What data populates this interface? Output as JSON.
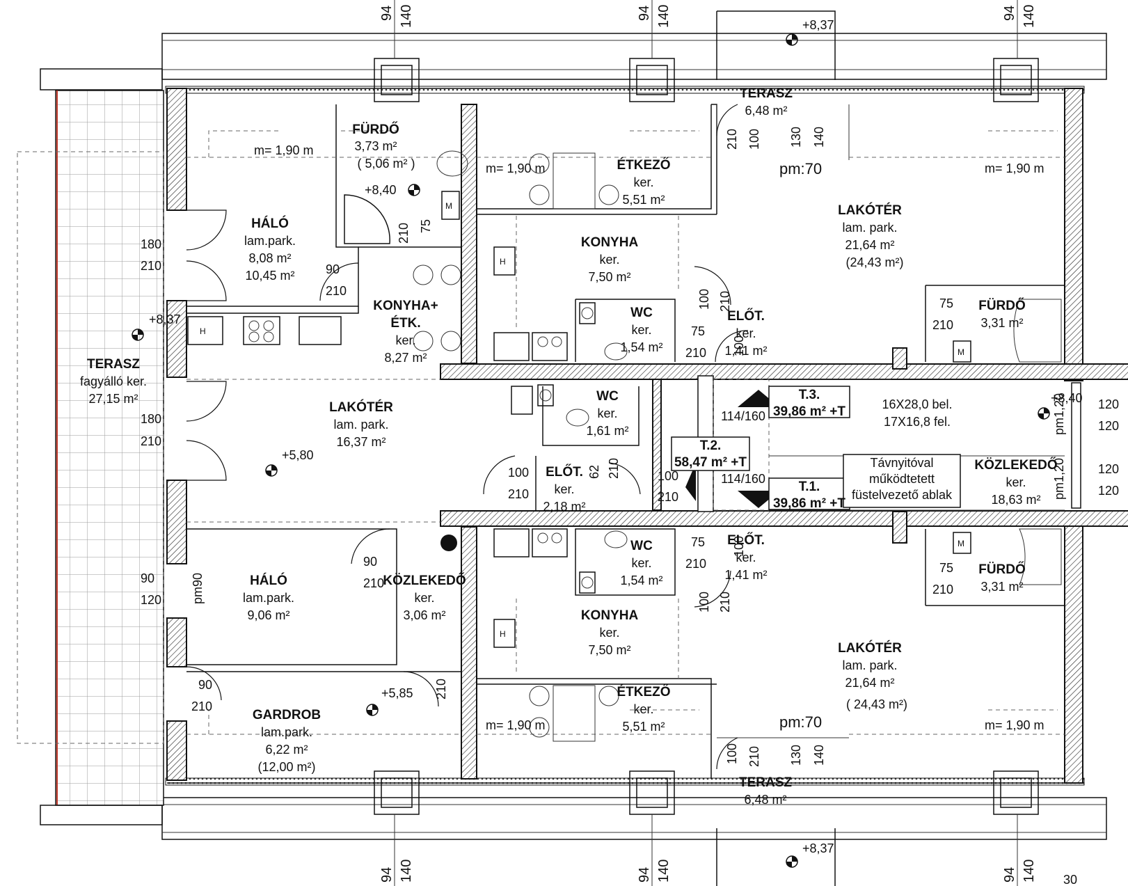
{
  "rooms": {
    "furdo_top": {
      "name": "FÜRDŐ",
      "area": "3,73 m²",
      "area2": "( 5,06 m² )"
    },
    "halo_top": {
      "name": "HÁLÓ",
      "floor": "lam.park.",
      "area": "8,08 m²",
      "area2": "10,45 m²"
    },
    "konyha_etk": {
      "name": "KONYHA+",
      "name2": "ÉTK.",
      "floor": "ker.",
      "area": "8,27 m²"
    },
    "etkezo_top": {
      "name": "ÉTKEZŐ",
      "floor": "ker.",
      "area": "5,51 m²"
    },
    "konyha_top": {
      "name": "KONYHA",
      "floor": "ker.",
      "area": "7,50 m²"
    },
    "terasz_top": {
      "name": "TERASZ",
      "area": "6,48 m²"
    },
    "lakoter_tr": {
      "name": "LAKÓTÉR",
      "floor": "lam. park.",
      "area": "21,64 m²",
      "area2": "(24,43 m²)"
    },
    "furdo_r1": {
      "name": "FÜRDŐ",
      "area": "3,31 m²"
    },
    "wc_top": {
      "name": "WC",
      "floor": "ker.",
      "area": "1,54 m²"
    },
    "elot_top": {
      "name": "ELŐT.",
      "floor": "ker.",
      "area": "1,41 m²"
    },
    "terasz_left": {
      "name": "TERASZ",
      "floor": "fagyálló ker.",
      "area": "27,15 m²"
    },
    "lakoter_mid": {
      "name": "LAKÓTÉR",
      "floor": "lam. park.",
      "area": "16,37 m²"
    },
    "wc_mid": {
      "name": "WC",
      "floor": "ker.",
      "area": "1,61 m²"
    },
    "elot_mid": {
      "name": "ELŐT.",
      "floor": "ker.",
      "area": "2,18 m²"
    },
    "kozlekedo_r": {
      "name": "KÖZLEKEDŐ",
      "floor": "ker.",
      "area": "18,63 m²"
    },
    "halo_bot": {
      "name": "HÁLÓ",
      "floor": "lam.park.",
      "area": "9,06 m²"
    },
    "kozlekedo_l": {
      "name": "KÖZLEKEDŐ",
      "floor": "ker.",
      "area": "3,06 m²"
    },
    "wc_bot": {
      "name": "WC",
      "floor": "ker.",
      "area": "1,54 m²"
    },
    "elot_bot": {
      "name": "ELŐT.",
      "floor": "ker.",
      "area": "1,41 m²"
    },
    "furdo_r2": {
      "name": "FÜRDŐ",
      "area": "3,31 m²"
    },
    "konyha_bot": {
      "name": "KONYHA",
      "floor": "ker.",
      "area": "7,50 m²"
    },
    "lakoter_br": {
      "name": "LAKÓTÉR",
      "floor": "lam. park.",
      "area": "21,64 m²",
      "area2": "( 24,43 m²)"
    },
    "gardrob": {
      "name": "GARDROB",
      "floor": "lam.park.",
      "area": "6,22 m²",
      "area2": "(12,00 m²)"
    },
    "etkezo_bot": {
      "name": "ÉTKEZŐ",
      "floor": "ker.",
      "area": "5,51 m²"
    },
    "terasz_bot": {
      "name": "TERASZ",
      "area": "6,48 m²"
    }
  },
  "stair": {
    "t3": {
      "label": "T.3.",
      "area": "39,86 m² +T"
    },
    "t2": {
      "label": "T.2.",
      "area": "58,47 m² +T"
    },
    "t1": {
      "label": "T.1.",
      "area": "39,86 m² +T"
    },
    "run_top": "114/160",
    "run_bot": "114/160",
    "spec1": "16X28,0 bel.",
    "spec2": "17X16,8 fel.",
    "smoke1": "Távnyitóval",
    "smoke2": "működtetett",
    "smoke3": "füstelvezető ablak"
  },
  "levels": {
    "l837_top": "+8,37",
    "l840_furdo": "+8,40",
    "l837_left": "+8,37",
    "l580": "+5,80",
    "l840_right": "+8,40",
    "l585": "+5,85",
    "l837_bot": "+8,37"
  },
  "ceiling": {
    "m190_a": "m= 1,90 m",
    "m190_b": "m= 1,90 m",
    "m190_c": "m= 1,90 m",
    "m190_d": "m= 1,90 m",
    "m190_e": "m= 1,90 m",
    "pm70_top": "pm:70",
    "pm70_bot": "pm:70",
    "pm120_a": "pm1,20",
    "pm120_b": "pm1,20",
    "pm90": "pm90"
  },
  "dims": {
    "d94": "94",
    "d140": "140",
    "d180": "180",
    "d210": "210",
    "d90": "90",
    "d100": "100",
    "d75": "75",
    "d120": "120",
    "d130": "130",
    "d62": "62"
  },
  "sheet_number": "30"
}
